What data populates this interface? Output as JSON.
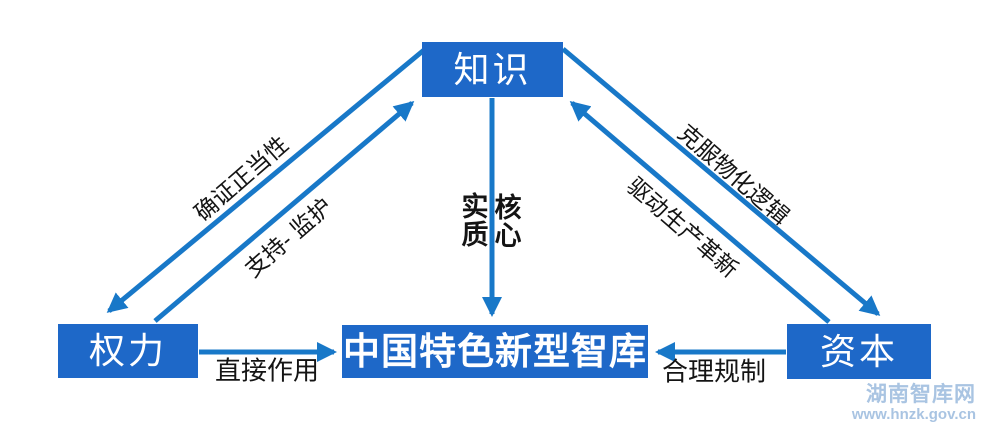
{
  "colors": {
    "box_blue": "#1e68c8",
    "arrow_blue": "#1878c8",
    "label_black": "#141414",
    "watermark_blue": "#a9c4e2",
    "background": "#ffffff"
  },
  "nodes": {
    "knowledge": "知识",
    "power": "权力",
    "capital": "资本",
    "think_tank": "中国特色新型智库"
  },
  "edges": {
    "knowledge_to_power_label": "确证正当性",
    "power_to_knowledge_label": "支持- 监护",
    "knowledge_to_capital_label": "克服物化逻辑",
    "capital_to_knowledge_label": "驱动生产革新",
    "knowledge_to_tank_label_left": "实质",
    "knowledge_to_tank_label_right": "核心",
    "power_to_tank_label": "直接作用",
    "capital_to_tank_label": "合理规制"
  },
  "watermark": {
    "name": "湖南智库网",
    "url": "www.hnzk.gov.cn"
  }
}
